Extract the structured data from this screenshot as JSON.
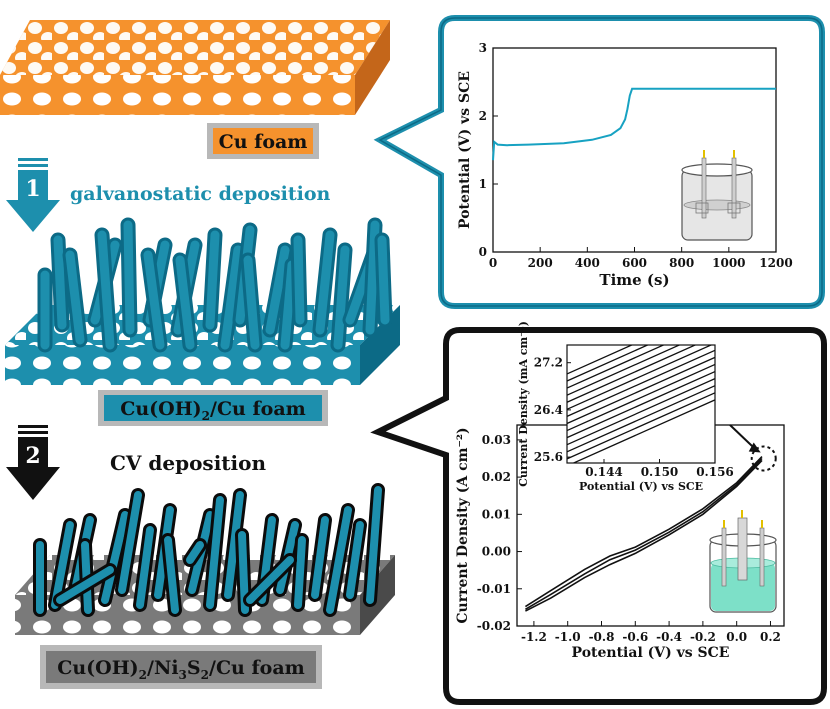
{
  "colors": {
    "copper": "#f5922d",
    "copper_dark": "#c4661a",
    "hydroxide": "#1d8fad",
    "hydroxide_dark": "#0c6a86",
    "nickel": "#7a7a7a",
    "nickel_dark": "#4a4a4a",
    "label_box": "#b8b8b8",
    "curve": "#17a2c2",
    "electrolyte": "#7de0c8"
  },
  "steps": {
    "cu_foam": "Cu foam",
    "step1_number": "1",
    "step1_label": "galvanostatic deposition",
    "cuoh_main": "Cu(OH)",
    "cuoh_sub": "2",
    "cuoh_rest": "/Cu foam",
    "step2_number": "2",
    "step2_label": "CV deposition",
    "final_a": "Cu(OH)",
    "final_sub1": "2",
    "final_b": "/Ni",
    "final_sub2": "3",
    "final_c": "S",
    "final_sub3": "2",
    "final_d": "/Cu foam"
  },
  "chart_data": [
    {
      "type": "line",
      "xlabel": "Time (s)",
      "ylabel": "Potential (V) vs SCE",
      "xlim": [
        0,
        1200
      ],
      "ylim": [
        0,
        3
      ],
      "xticks": [
        0,
        200,
        400,
        600,
        800,
        1000,
        1200
      ],
      "yticks": [
        0,
        1,
        2,
        3
      ],
      "series": [
        {
          "x": [
            0,
            5,
            20,
            60,
            150,
            300,
            420,
            500,
            540,
            560,
            570,
            580,
            590,
            620,
            700,
            800,
            1000,
            1200
          ],
          "y": [
            1.35,
            1.62,
            1.58,
            1.57,
            1.58,
            1.6,
            1.65,
            1.72,
            1.82,
            1.95,
            2.1,
            2.3,
            2.4,
            2.4,
            2.4,
            2.4,
            2.4,
            2.4
          ]
        }
      ]
    },
    {
      "type": "line",
      "xlabel": "Potential (V) vs SCE",
      "ylabel": "Current Density (A cm⁻²)",
      "xlim": [
        -1.3,
        0.28
      ],
      "ylim": [
        -0.02,
        0.034
      ],
      "xticks": [
        -1.2,
        -1.0,
        -0.8,
        -0.6,
        -0.4,
        -0.2,
        0.0,
        0.2
      ],
      "yticks": [
        -0.02,
        -0.01,
        0.0,
        0.01,
        0.02,
        0.03
      ],
      "series": [
        {
          "x": [
            -1.25,
            -1.1,
            -0.9,
            -0.75,
            -0.6,
            -0.4,
            -0.2,
            0.0,
            0.15
          ],
          "y": [
            -0.016,
            -0.0125,
            -0.007,
            -0.0035,
            -0.0005,
            0.0045,
            0.01,
            0.0175,
            0.0245
          ]
        },
        {
          "x": [
            -1.25,
            -1.1,
            -0.9,
            -0.75,
            -0.6,
            -0.4,
            -0.2,
            0.0,
            0.15
          ],
          "y": [
            -0.0148,
            -0.0105,
            -0.0048,
            -0.0012,
            0.0012,
            0.006,
            0.0115,
            0.0185,
            0.0255
          ]
        },
        {
          "x": [
            -1.25,
            -1.1,
            -0.9,
            -0.75,
            -0.6,
            -0.4,
            -0.2,
            0.0,
            0.15
          ],
          "y": [
            -0.0155,
            -0.0115,
            -0.006,
            -0.0022,
            0.0004,
            0.0052,
            0.0107,
            0.018,
            0.025
          ]
        }
      ]
    },
    {
      "type": "line",
      "xlabel": "Potential (V) vs SCE",
      "ylabel": "Current Density (mA cm⁻²)",
      "xlim": [
        0.14,
        0.156
      ],
      "ylim": [
        25.5,
        27.5
      ],
      "xticks": [
        0.144,
        0.15,
        0.156
      ],
      "yticks": [
        25.6,
        26.4,
        27.2
      ],
      "series_count": 14,
      "slope": 70,
      "start_y": 25.45,
      "spacing": 0.12
    }
  ]
}
